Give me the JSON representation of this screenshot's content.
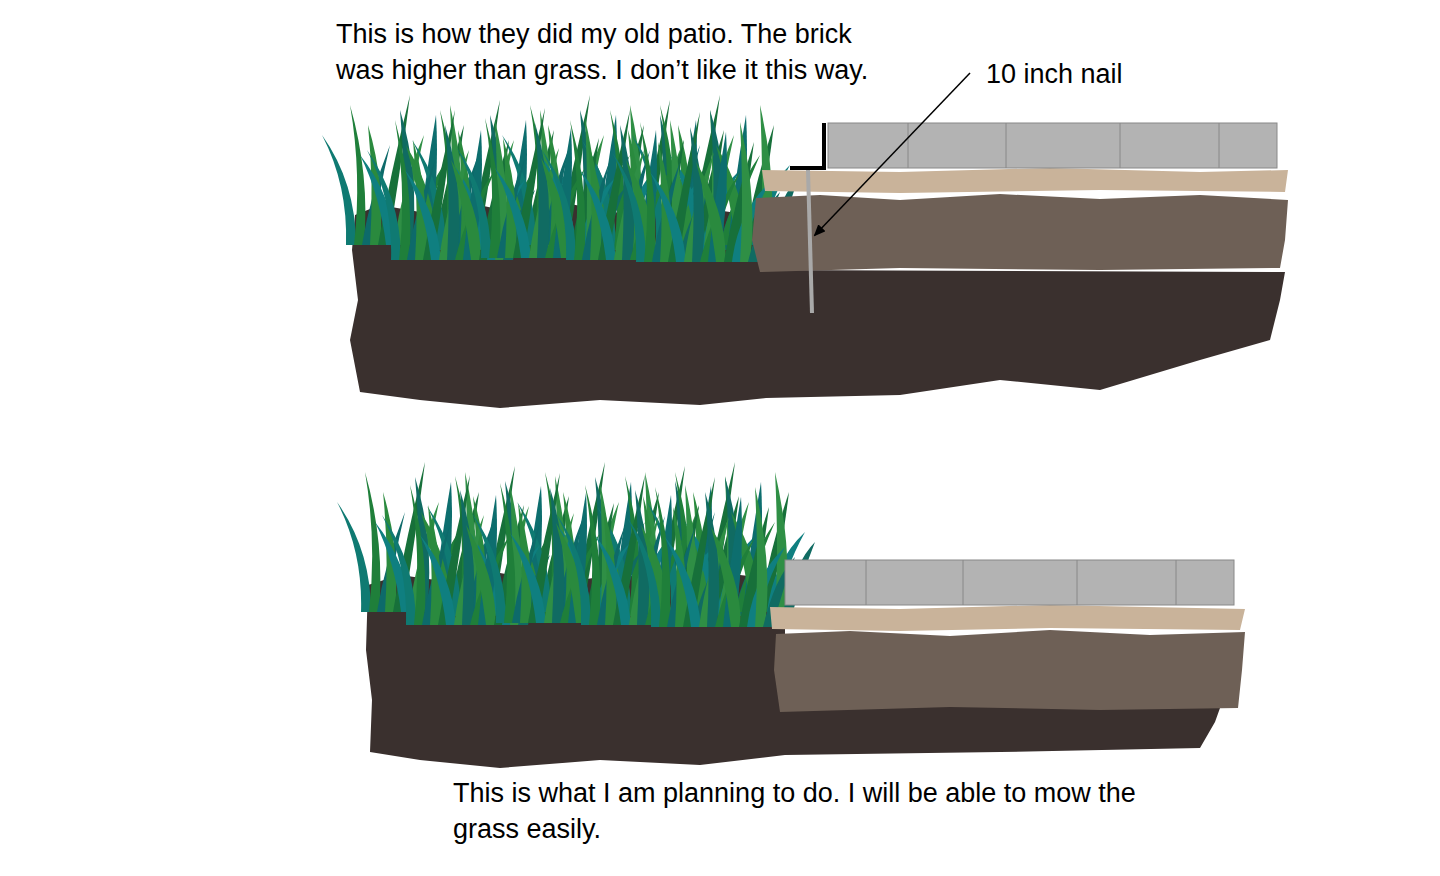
{
  "diagram": {
    "labels": [
      "This is how they did my old patio. The brick was higher than grass. I don’t like it this way.",
      "10 inch nail",
      "This is what I am planning to do. I will be able to mow the grass easily."
    ]
  }
}
